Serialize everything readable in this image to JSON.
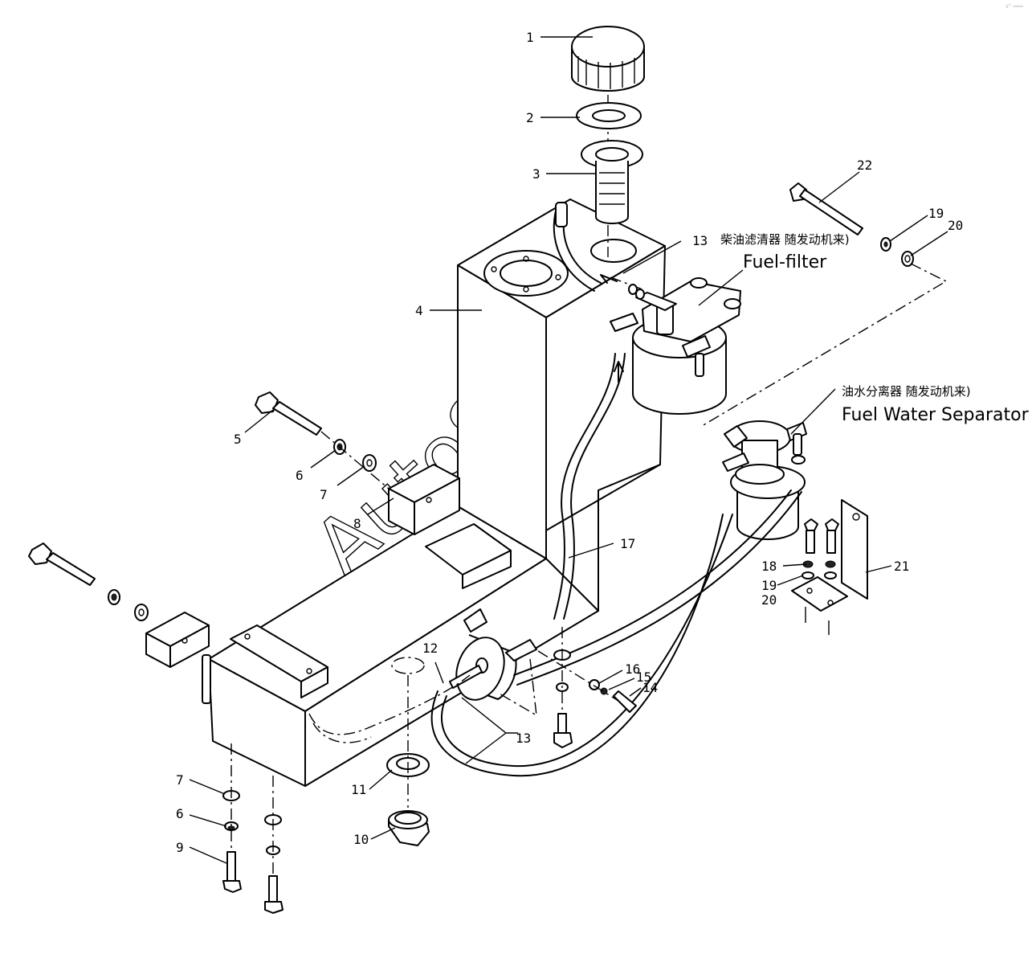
{
  "callouts": [
    {
      "id": "c1",
      "text": "1"
    },
    {
      "id": "c2",
      "text": "2"
    },
    {
      "id": "c3",
      "text": "3"
    },
    {
      "id": "c4",
      "text": "4"
    },
    {
      "id": "c5",
      "text": "5"
    },
    {
      "id": "c6a",
      "text": "6"
    },
    {
      "id": "c7a",
      "text": "7"
    },
    {
      "id": "c8",
      "text": "8"
    },
    {
      "id": "c13a",
      "text": "13"
    },
    {
      "id": "c22",
      "text": "22"
    },
    {
      "id": "c19a",
      "text": "19"
    },
    {
      "id": "c20a",
      "text": "20"
    },
    {
      "id": "c17",
      "text": "17"
    },
    {
      "id": "c18",
      "text": "18"
    },
    {
      "id": "c19b",
      "text": "19"
    },
    {
      "id": "c20b",
      "text": "20"
    },
    {
      "id": "c21",
      "text": "21"
    },
    {
      "id": "c12",
      "text": "12"
    },
    {
      "id": "c16",
      "text": "16"
    },
    {
      "id": "c15",
      "text": "15"
    },
    {
      "id": "c14",
      "text": "14"
    },
    {
      "id": "c13b",
      "text": "13"
    },
    {
      "id": "c11",
      "text": "11"
    },
    {
      "id": "c10",
      "text": "10"
    },
    {
      "id": "c7b",
      "text": "7"
    },
    {
      "id": "c6b",
      "text": "6"
    },
    {
      "id": "c9",
      "text": "9"
    }
  ],
  "captions": {
    "fuel_filter_cn": "柴油滤清器 随发动机来)",
    "fuel_filter_en": "Fuel-filter",
    "separator_cn": "油水分离器 随发动机来)",
    "separator_en": "Fuel Water Separator"
  },
  "watermark": "AutoSoft",
  "corner_mark": "s° ═══"
}
